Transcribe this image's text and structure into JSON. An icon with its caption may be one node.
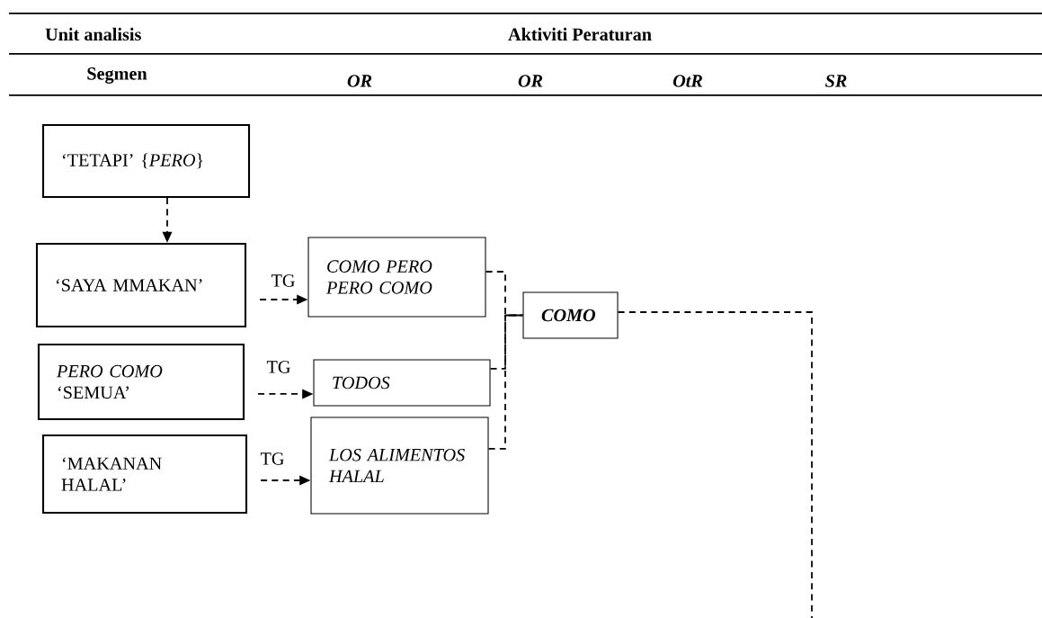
{
  "diagram": {
    "nodes": [
      {
        "text": [
          "‘TETAPI’ {*PERO*}"
        ]
      },
      {
        "text": [
          "‘SAYA MMAKAN’"
        ]
      },
      {
        "text": [
          "*PERO COMO* ‘SEMUA’"
        ]
      },
      {
        "text": [
          "‘MAKANAN HALAL’"
        ]
      },
      {
        "text": [
          "COMO PERO PERO COMO"
        ]
      },
      {
        "text": [
          "TODOS"
        ]
      },
      {
        "text": [
          "LOS ALIMENTOS HALAL"
        ]
      },
      {
        "text": [
          "COMO"
        ]
      }
    ],
    "edges": [
      {
        "from": 0,
        "to": 1,
        "arrow": "to",
        "style": "dashed"
      },
      {
        "from": 1,
        "to": 4,
        "arrow": "to",
        "label": "TG",
        "style": "dashed"
      },
      {
        "from": 2,
        "to": 5,
        "arrow": "to",
        "label": "TG",
        "style": "dashed"
      },
      {
        "from": 3,
        "to": 6,
        "arrow": "to",
        "label": "TG",
        "style": "dashed"
      },
      {
        "from": 4,
        "to": 7,
        "arrow": "none",
        "style": "dashed"
      },
      {
        "from": 5,
        "to": 7,
        "arrow": "none",
        "style": "dashed"
      },
      {
        "from": 6,
        "to": 7,
        "arrow": "none",
        "style": "dashed"
      },
      {
        "from": 7,
        "to": null,
        "arrow": "none",
        "style": "dashed"
      }
    ],
    "labels": [
      "Unit analisis",
      "Aktiviti Peraturan",
      "Segmen",
      "OR",
      "OR",
      "OtR",
      "SR"
    ]
  }
}
